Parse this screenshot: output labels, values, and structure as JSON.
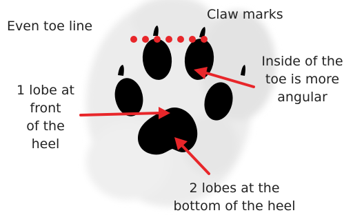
{
  "colors": {
    "ink": "#000000",
    "annotation": "#e8262a",
    "text": "#222222"
  },
  "labels": {
    "even_toe_line": "Even toe line",
    "claw_marks": "Claw marks",
    "inside_toe": [
      "Inside of the",
      "toe is more",
      "angular"
    ],
    "front_lobe": [
      "1 lobe at",
      "front",
      "of the",
      "heel"
    ],
    "bottom_lobes": [
      "2 lobes at the",
      "bottom of the heel"
    ]
  }
}
